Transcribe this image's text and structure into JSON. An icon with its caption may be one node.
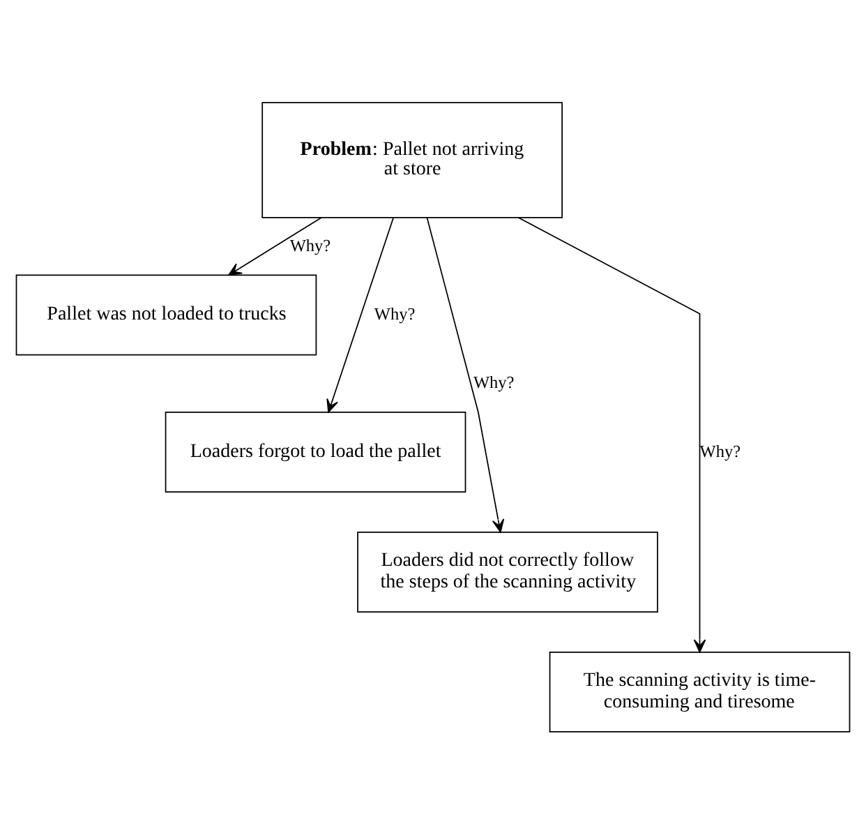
{
  "diagram": {
    "nodes": [
      {
        "text": [
          "**Problem**: Pallet not arriving at store"
        ]
      },
      {
        "text": [
          "Pallet was not loaded to trucks"
        ]
      },
      {
        "text": [
          "Loaders forgot to load the pallet"
        ]
      },
      {
        "text": [
          "Loaders did not correctly follow the steps of the scanning activity"
        ]
      },
      {
        "text": [
          "The scanning activity is time-consuming and tiresome"
        ]
      }
    ],
    "edges": [
      {
        "from": 0,
        "to": 1,
        "arrow": "to",
        "label": "Why?"
      },
      {
        "from": 0,
        "to": 2,
        "arrow": "to",
        "label": "Why?"
      },
      {
        "from": 0,
        "to": 3,
        "arrow": "to",
        "label": "Why?"
      },
      {
        "from": 0,
        "to": 4,
        "arrow": "to",
        "label": "Why?"
      }
    ]
  }
}
